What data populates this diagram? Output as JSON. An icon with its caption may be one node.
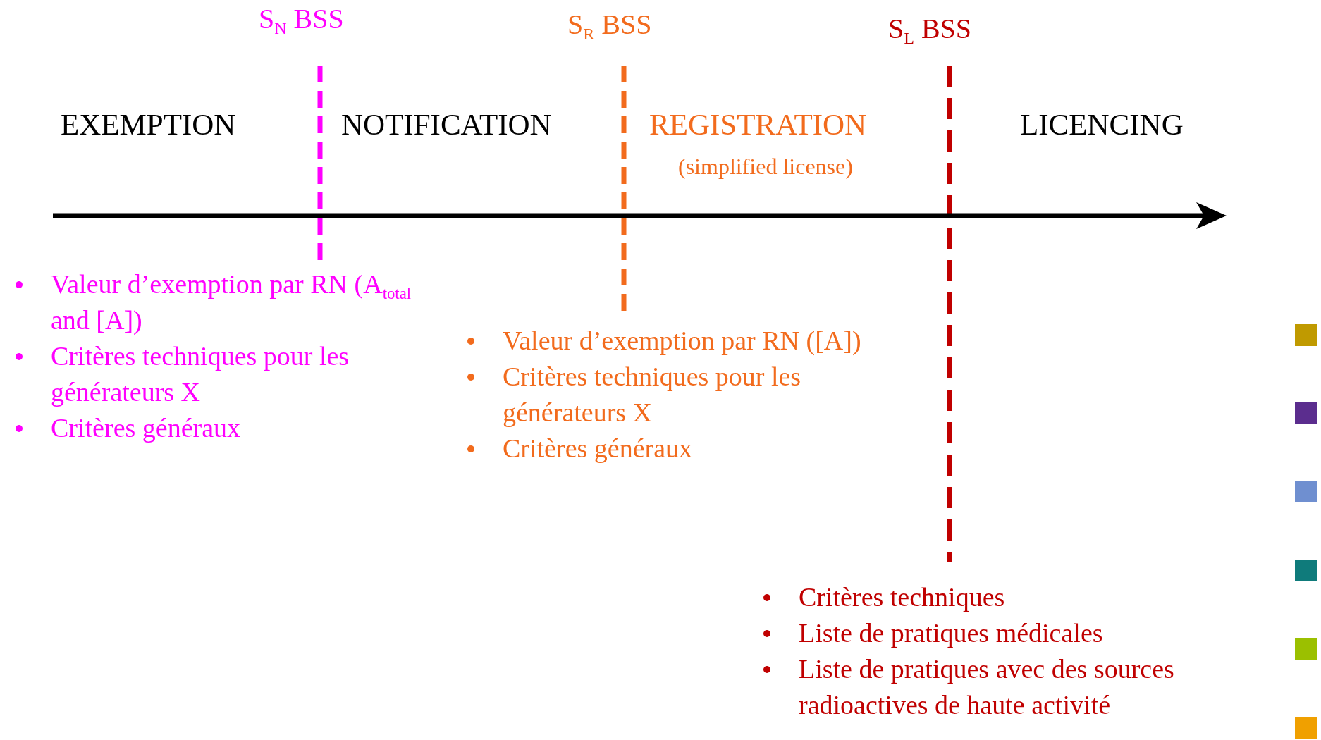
{
  "diagram": {
    "labels": [
      "S$_{N}$ BSS",
      "S$_{R}$ BSS",
      "S$_{L}$ BSS",
      "EXEMPTION",
      "NOTIFICATION",
      "REGISTRATION",
      "(simplified license)",
      "LICENCING",
      "Valeur d’exemption par RN (A$_{total}$ and [A])",
      "Critères techniques pour les générateurs X",
      "Critères généraux",
      "Valeur d’exemption par RN ([A])",
      "Critères techniques pour les générateurs X",
      "Critères généraux",
      "Critères techniques",
      "Liste de pratiques médicales",
      "Liste de pratiques avec des sources radioactives de haute activité"
    ]
  }
}
